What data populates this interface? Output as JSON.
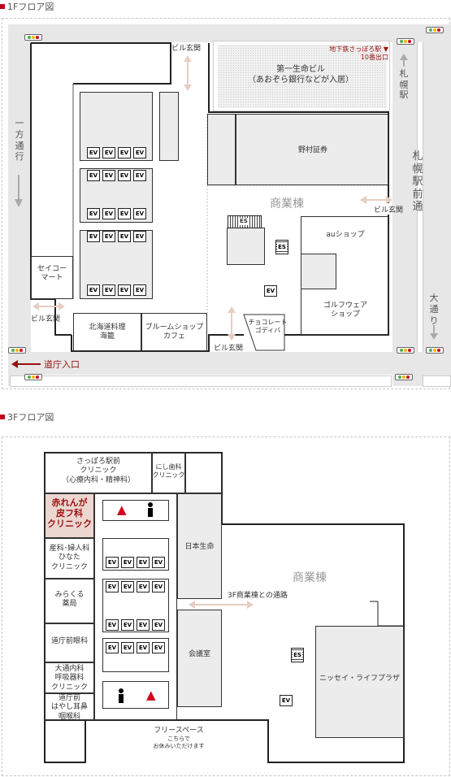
{
  "floor1": {
    "title": "1Fフロア図",
    "one_way": "一方通行",
    "sapporo_station": "札幌",
    "sapporo_station_2": "駅",
    "ekimae_dori": "札幌駅前通",
    "odori": "大通り",
    "dochou_entrance": "道庁入口",
    "subway_exit_1": "地下鉄さっぽろ駅 ▼",
    "subway_exit_2": "10番出口",
    "daiichi_1": "第一生命ビル",
    "daiichi_2": "（あおぞら銀行などが入居）",
    "nomura": "野村証券",
    "shogyoto": "商業棟",
    "bldg_entrance_top": "ビル玄関",
    "bldg_entrance_right": "ビル玄関",
    "bldg_entrance_left": "ビル玄関",
    "bldg_entrance_bottom": "ビル玄関",
    "seicomart_1": "セイコー",
    "seicomart_2": "マート",
    "hokkaido_1": "北海道料理",
    "hokkaido_2": "海籠",
    "bloom_1": "ブルームショップ",
    "bloom_2": "カフェ",
    "godiva_1": "チョコレート",
    "godiva_2": "ゴディバ",
    "au": "auショップ",
    "golf_1": "ゴルフウェア",
    "golf_2": "ショップ",
    "ev": "EV",
    "es": "ES"
  },
  "floor3": {
    "title": "3Fフロア図",
    "sapporo_clinic_1": "さっぽろ駅前",
    "sapporo_clinic_2": "クリニック",
    "sapporo_clinic_3": "（心療内科・精神科）",
    "nishi_dental_1": "にし歯科",
    "nishi_dental_2": "クリニック",
    "akarenga_1": "赤れんが",
    "akarenga_2": "皮フ科",
    "akarenga_3": "クリニック",
    "hinata_1": "産科･婦人科",
    "hinata_2": "ひなた",
    "hinata_3": "クリニック",
    "mirakuru_1": "みらくる",
    "mirakuru_2": "薬局",
    "dochomae_eye": "道庁前眼科",
    "odori_clinic_1": "大通内科",
    "odori_clinic_2": "呼吸器科",
    "odori_clinic_3": "クリニック",
    "hayashi_1": "道庁前",
    "hayashi_2": "はやし耳鼻",
    "hayashi_3": "咽喉科",
    "nihon_seimei": "日本生命",
    "kaigishitsu": "会議室",
    "passage": "3F商業棟との通路",
    "shogyoto": "商業棟",
    "nissay_plaza": "ニッセイ・ライフプラザ",
    "free_space_1": "フリースペース",
    "free_space_2": "こちらで",
    "free_space_3": "お休みいただけます",
    "ev": "EV",
    "es": "ES"
  },
  "colors": {
    "accent": "#c0001f",
    "arrow": "#e7cdc2",
    "road": "#e7e7e7",
    "highlight": "#ecd6d0"
  }
}
